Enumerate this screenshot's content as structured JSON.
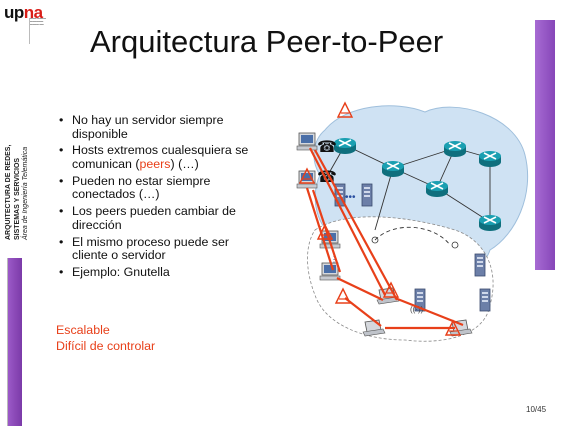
{
  "logo": {
    "up": "up",
    "na": "na"
  },
  "sidebar": {
    "line1": "ARQUITECTURA DE REDES,",
    "line2": "SISTEMAS Y SERVICIOS",
    "line3": "Área de Ingeniería Telemática"
  },
  "title": "Arquitectura Peer-to-Peer",
  "bullets": {
    "b1": "No hay un servidor siempre disponible",
    "b2_before": "Hosts extremos cualesquiera se comunican (",
    "b2_highlight": "peers",
    "b2_after": ") (…)",
    "b3": "Pueden  no estar siempre conectados (…)",
    "b4": "Los peers pueden cambiar de dirección",
    "b5": "El mismo proceso puede ser cliente o servidor",
    "b6": "Ejemplo: Gnutella"
  },
  "notes": [
    "Escalable",
    "Difícil de controlar"
  ],
  "page_number": "10/45",
  "colors": {
    "accent": "#e8401a",
    "purple": "#8e4cbf",
    "router": "#1a8fa0",
    "network": "#cfe2f3",
    "logo_red": "#d91e18"
  },
  "icons": [
    "router-icon",
    "server-icon",
    "phone-icon",
    "laptop-icon",
    "pc-icon",
    "wireless-antenna-icon"
  ]
}
